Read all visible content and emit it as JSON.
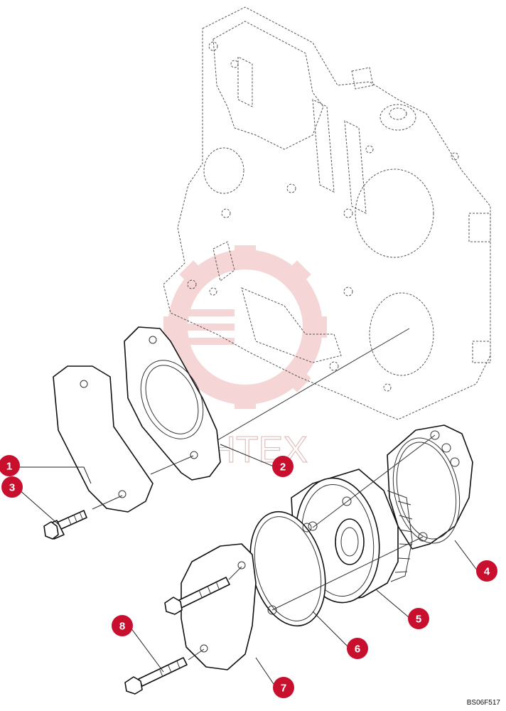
{
  "callouts": [
    {
      "label": "1"
    },
    {
      "label": "2"
    },
    {
      "label": "3"
    },
    {
      "label": "4"
    },
    {
      "label": "5"
    },
    {
      "label": "6"
    },
    {
      "label": "7"
    },
    {
      "label": "8"
    }
  ],
  "watermark": {
    "text": "ИНТЕХ",
    "color": "#e8a0a0"
  },
  "figure_code": "BS06F517",
  "colors": {
    "callout": "#c8102e",
    "line": "#111111"
  }
}
